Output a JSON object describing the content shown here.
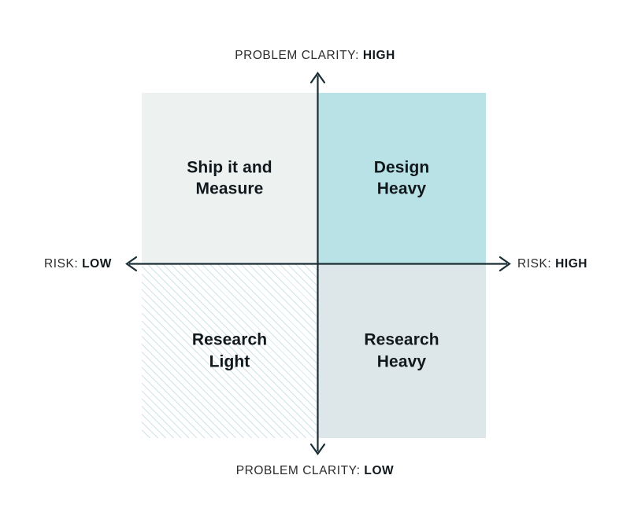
{
  "chart_data": {
    "type": "matrix-2x2",
    "title": "",
    "x_axis": {
      "name": "RISK",
      "low_label": "RISK: LOW",
      "low_prefix": "RISK: ",
      "low_value": "LOW",
      "high_label": "RISK: HIGH",
      "high_prefix": "RISK: ",
      "high_value": "HIGH",
      "direction": "low-left-to-high-right"
    },
    "y_axis": {
      "name": "PROBLEM CLARITY",
      "high_label": "PROBLEM CLARITY: HIGH",
      "high_prefix": "PROBLEM CLARITY: ",
      "high_value": "HIGH",
      "low_label": "PROBLEM CLARITY: LOW",
      "low_prefix": "PROBLEM CLARITY: ",
      "low_value": "LOW",
      "direction": "low-bottom-to-high-top"
    },
    "quadrants": [
      {
        "position": "top-left",
        "label": "Ship it and\nMeasure",
        "risk": "low",
        "problem_clarity": "high",
        "fill": "#edf2f0",
        "pattern": "solid"
      },
      {
        "position": "top-right",
        "label": "Design\nHeavy",
        "risk": "high",
        "problem_clarity": "high",
        "fill": "#b8e2e6",
        "pattern": "solid"
      },
      {
        "position": "bottom-left",
        "label": "Research\nLight",
        "risk": "low",
        "problem_clarity": "low",
        "fill": "#ffffff",
        "pattern": "diagonal-hatch"
      },
      {
        "position": "bottom-right",
        "label": "Research\nHeavy",
        "risk": "high",
        "problem_clarity": "low",
        "fill": "#dde7e9",
        "pattern": "solid"
      }
    ],
    "colors": {
      "axis": "#1a2e35",
      "text": "#11181c",
      "caption": "#2b2b2b",
      "hatch": "#cfe3e8",
      "background": "#ffffff"
    },
    "grid": false,
    "legend": "none"
  }
}
